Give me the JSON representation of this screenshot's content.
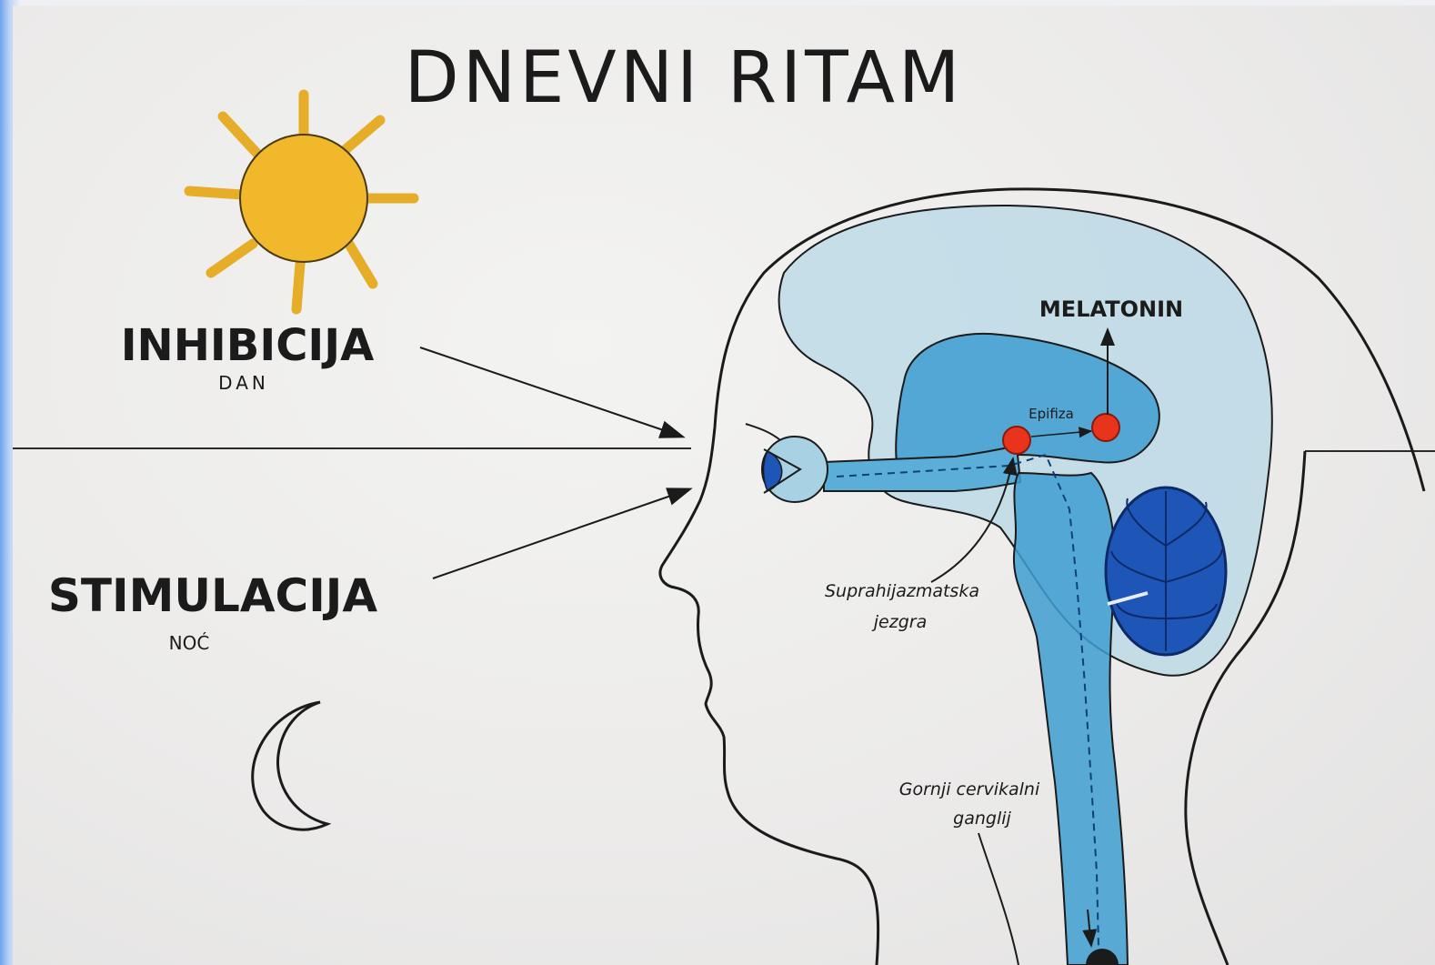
{
  "title": "DNEVNI RITAM",
  "labels": {
    "inhibition": "INHIBICIJA",
    "inhibition_sub": "DAN",
    "stimulation": "STIMULACIJA",
    "stimulation_sub": "NOĆ",
    "melatonin": "MELATONIN",
    "epiphysis": "Epifiza",
    "suprachiasmatic_line1": "Suprahijazmatska",
    "suprachiasmatic_line2": "jezgra",
    "ganglion_line1": "Gornji cervikalni",
    "ganglion_line2": "ganglij"
  },
  "icons": {
    "sun": "sun-icon",
    "moon": "crescent-moon-icon"
  },
  "colors": {
    "sun_fill": "#f2b82c",
    "brain_fill": "#a8d2e4",
    "brainstem_fill": "#3e9ed0",
    "cerebellum_fill": "#1e56b8",
    "nucleus_fill": "#e8341c",
    "ink": "#1b1b1b"
  }
}
